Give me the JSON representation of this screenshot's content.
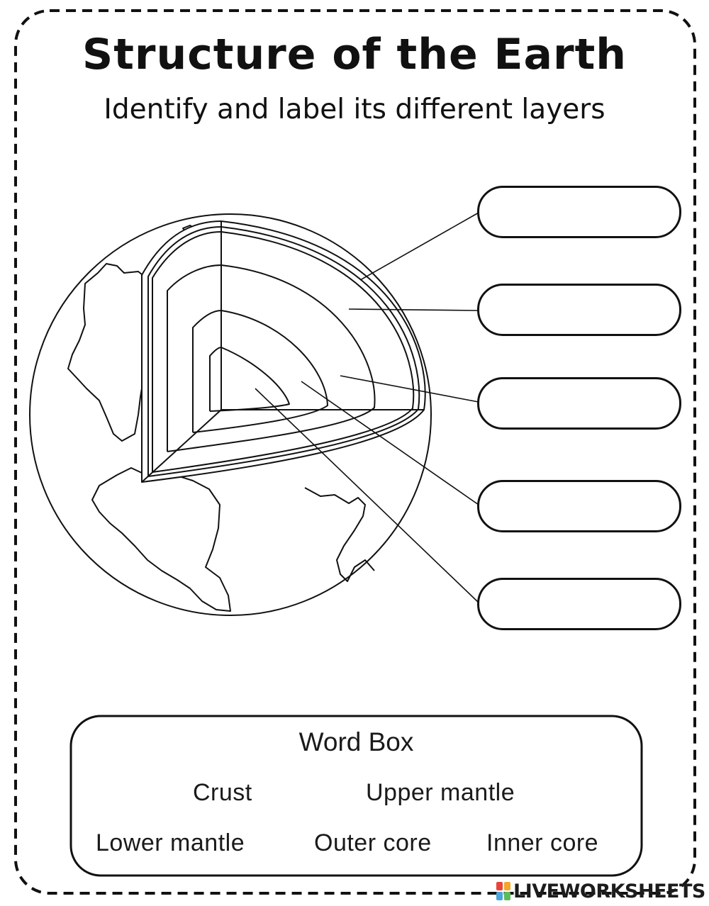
{
  "worksheet": {
    "title": "Structure of the Earth",
    "subtitle": "Identify and label its different layers"
  },
  "answer_boxes": [
    {
      "value": ""
    },
    {
      "value": ""
    },
    {
      "value": ""
    },
    {
      "value": ""
    },
    {
      "value": ""
    }
  ],
  "word_box": {
    "title": "Word Box",
    "words": [
      "Crust",
      "Upper mantle",
      "Lower mantle",
      "Outer core",
      "Inner core"
    ]
  },
  "watermark": {
    "text": "LIVEWORKSHEETS",
    "logo_colors": [
      "#e8453c",
      "#f2a72b",
      "#4aa5d8",
      "#5bbd5a"
    ]
  }
}
